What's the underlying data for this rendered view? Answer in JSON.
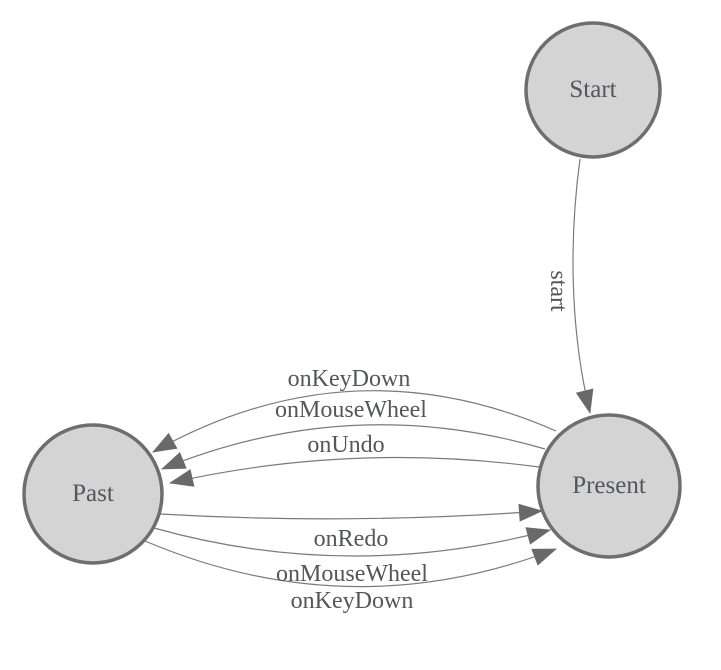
{
  "diagram": {
    "type": "state-machine",
    "colors": {
      "background": "#ffffff",
      "node_fill": "#d4d4d4",
      "node_stroke": "#6e6e6e",
      "edge_stroke": "#7a7a7a",
      "arrow_fill": "#696969",
      "text": "#545659"
    },
    "nodes": {
      "start": {
        "label": "Start"
      },
      "past": {
        "label": "Past"
      },
      "present": {
        "label": "Present"
      }
    },
    "edges": {
      "start_to_present": {
        "from": "Start",
        "to": "Present",
        "label": "start"
      },
      "present_to_past": [
        {
          "from": "Present",
          "to": "Past",
          "label": "onKeyDown"
        },
        {
          "from": "Present",
          "to": "Past",
          "label": "onMouseWheel"
        },
        {
          "from": "Present",
          "to": "Past",
          "label": "onUndo"
        }
      ],
      "past_to_present": [
        {
          "from": "Past",
          "to": "Present",
          "label": "onRedo"
        },
        {
          "from": "Past",
          "to": "Present",
          "label": "onMouseWheel"
        },
        {
          "from": "Past",
          "to": "Present",
          "label": "onKeyDown"
        }
      ]
    }
  }
}
